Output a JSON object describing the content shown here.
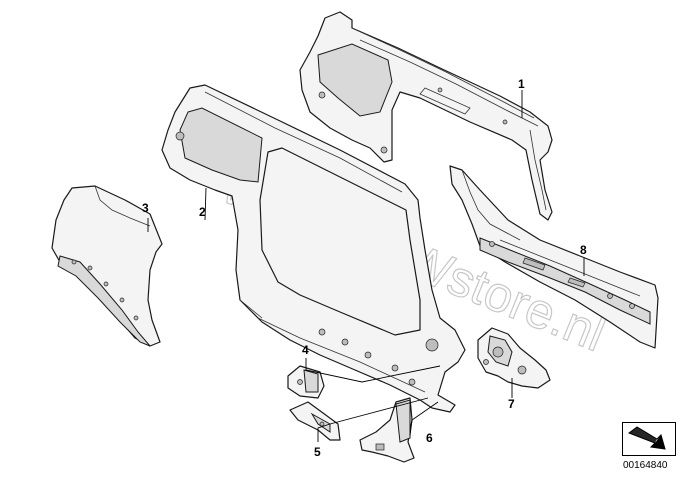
{
  "diagram": {
    "watermark": "www.BMWstore.nl",
    "diagram_id": "00164840",
    "callouts": [
      {
        "id": "1",
        "label": "1"
      },
      {
        "id": "2",
        "label": "2"
      },
      {
        "id": "3",
        "label": "3"
      },
      {
        "id": "4",
        "label": "4"
      },
      {
        "id": "5",
        "label": "5"
      },
      {
        "id": "6",
        "label": "6"
      },
      {
        "id": "7",
        "label": "7"
      },
      {
        "id": "8",
        "label": "8"
      }
    ],
    "nav_icon": "arrow-down-right-icon"
  }
}
